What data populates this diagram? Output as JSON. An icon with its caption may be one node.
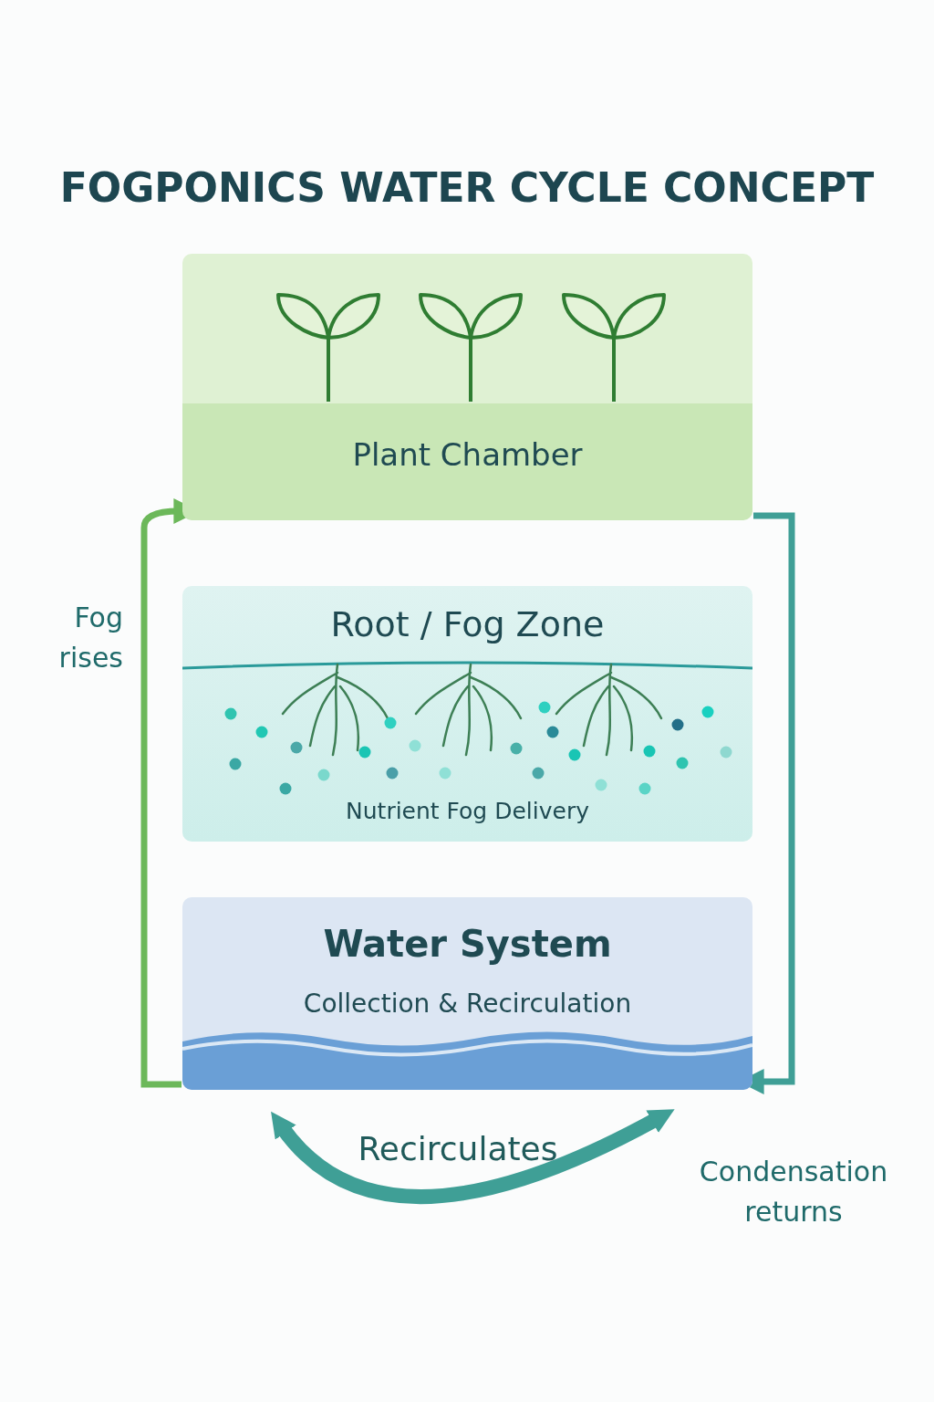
{
  "diagram": {
    "title": "FOGPONICS WATER CYCLE CONCEPT",
    "nodes": [
      {
        "text": [
          "Plant Chamber"
        ]
      },
      {
        "text": [
          "Root / Fog Zone",
          "Nutrient Fog Delivery"
        ]
      },
      {
        "text": [
          "Water System",
          "Collection & Recirculation"
        ]
      }
    ],
    "edges": [
      {
        "from": 2,
        "to": 0,
        "arrow": "to",
        "label": "Fog rises",
        "color": "#6cb85a"
      },
      {
        "from": 0,
        "to": 2,
        "arrow": "to",
        "label": "Condensation returns"
      },
      {
        "from": 2,
        "to": 2,
        "arrow": "both",
        "label": "Recirculates",
        "style": "thick"
      }
    ]
  }
}
